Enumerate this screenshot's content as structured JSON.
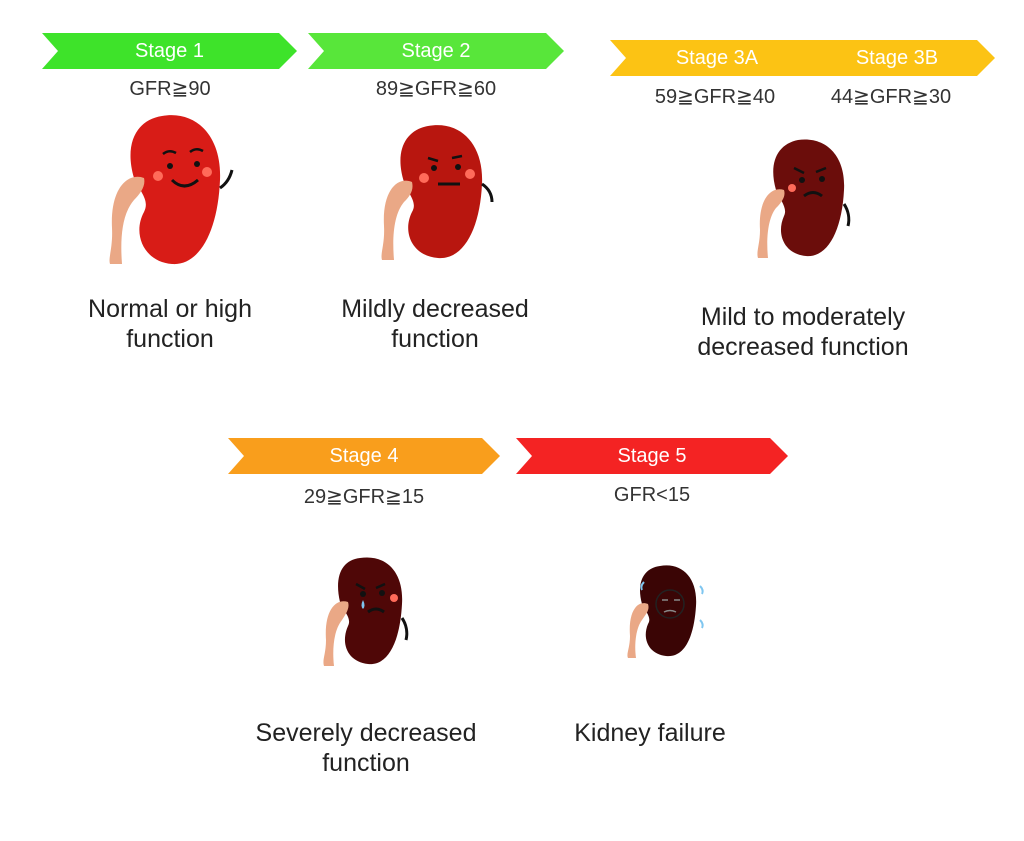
{
  "stages": [
    {
      "label": "Stage 1",
      "gfr": "GFR≧90",
      "description": "Normal or high function",
      "color": "#3ee32a",
      "kidney_color": "#d81c17"
    },
    {
      "label": "Stage 2",
      "gfr": "89≧GFR≧60",
      "description": "Mildly decreased function",
      "color": "#58e63a",
      "kidney_color": "#b8160f"
    },
    {
      "label_a": "Stage 3A",
      "label_b": "Stage 3B",
      "gfr_a": "59≧GFR≧40",
      "gfr_b": "44≧GFR≧30",
      "description": "Mild to moderately decreased function",
      "color": "#fcc314",
      "kidney_color": "#6b0d0b"
    },
    {
      "label": "Stage 4",
      "gfr": "29≧GFR≧15",
      "description": "Severely decreased function",
      "color": "#f99e1c",
      "kidney_color": "#4f0707"
    },
    {
      "label": "Stage 5",
      "gfr": "GFR<15",
      "description": "Kidney failure",
      "color": "#f42323",
      "kidney_color": "#3a0505"
    }
  ],
  "ureter_color": "#eaa886",
  "cheek_color": "#ff6b5a",
  "tear_color": "#7fc6f0"
}
